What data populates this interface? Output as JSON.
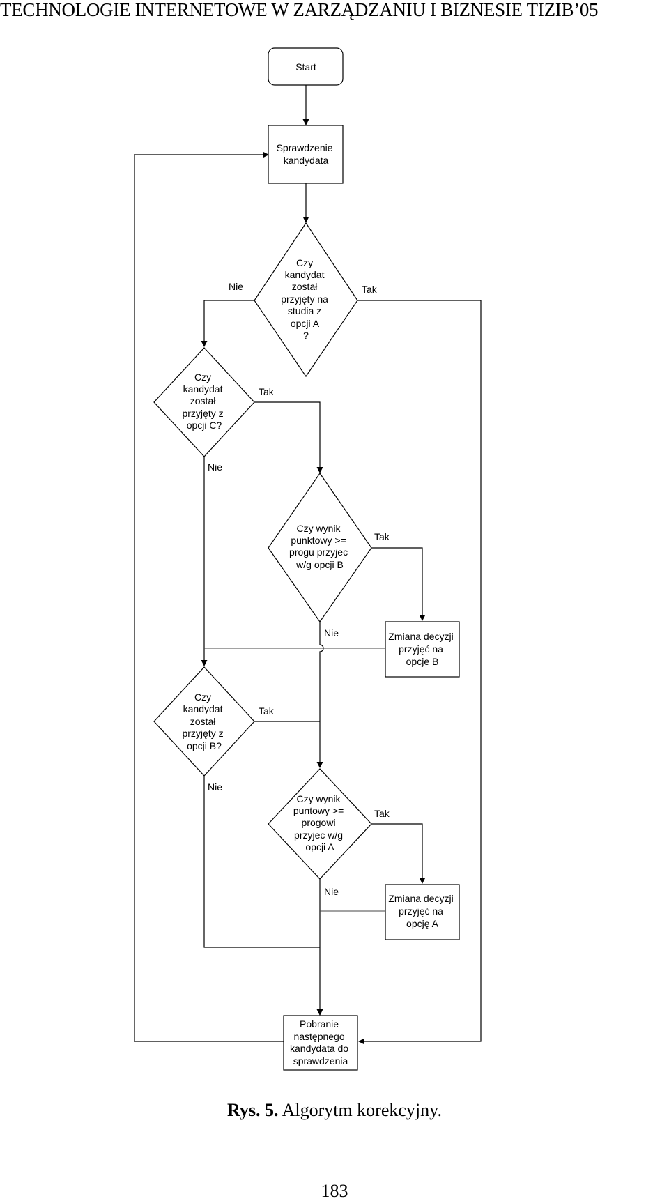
{
  "header": {
    "title": "TECHNOLOGIE INTERNETOWE W ZARZĄDZANIU I BIZNESIE TIZIB’05"
  },
  "diagram": {
    "nodes": {
      "start": {
        "lines": [
          "Start"
        ]
      },
      "check_candidate": {
        "lines": [
          "Sprawdzenie",
          "kandydata"
        ]
      },
      "decision_option_a": {
        "lines": [
          "Czy",
          "kandydat",
          "został",
          "przyjęty na",
          "studia z",
          "opcji A",
          "?"
        ]
      },
      "decision_option_c": {
        "lines": [
          "Czy",
          "kandydat",
          "został",
          "przyjęty z",
          "opcji C?"
        ]
      },
      "decision_score_b": {
        "lines": [
          "Czy wynik",
          "punktowy >=",
          "progu przyjec",
          "w/g opcji B"
        ]
      },
      "change_to_b": {
        "lines": [
          "Zmiana decyzji",
          "przyjęć na",
          "opcje B"
        ]
      },
      "decision_option_b": {
        "lines": [
          "Czy",
          "kandydat",
          "został",
          "przyjęty z",
          "opcji B?"
        ]
      },
      "decision_score_a": {
        "lines": [
          "Czy wynik",
          "puntowy >=",
          "progowi",
          "przyjec w/g",
          "opcji A"
        ]
      },
      "change_to_a": {
        "lines": [
          "Zmiana decyzji",
          "przyjęć na",
          "opcję A"
        ]
      },
      "next_candidate": {
        "lines": [
          "Pobranie",
          "następnego",
          "kandydata do",
          "sprawdzenia"
        ]
      }
    },
    "labels": {
      "a_no": "Nie",
      "a_yes": "Tak",
      "c_yes": "Tak",
      "c_no": "Nie",
      "score_b_yes": "Tak",
      "score_b_no": "Nie",
      "b_yes": "Tak",
      "b_no": "Nie",
      "score_a_yes": "Tak",
      "score_a_no": "Nie"
    }
  },
  "caption": {
    "label": "Rys. 5.",
    "text": "Algorytm korekcyjny."
  },
  "page_number": "183"
}
